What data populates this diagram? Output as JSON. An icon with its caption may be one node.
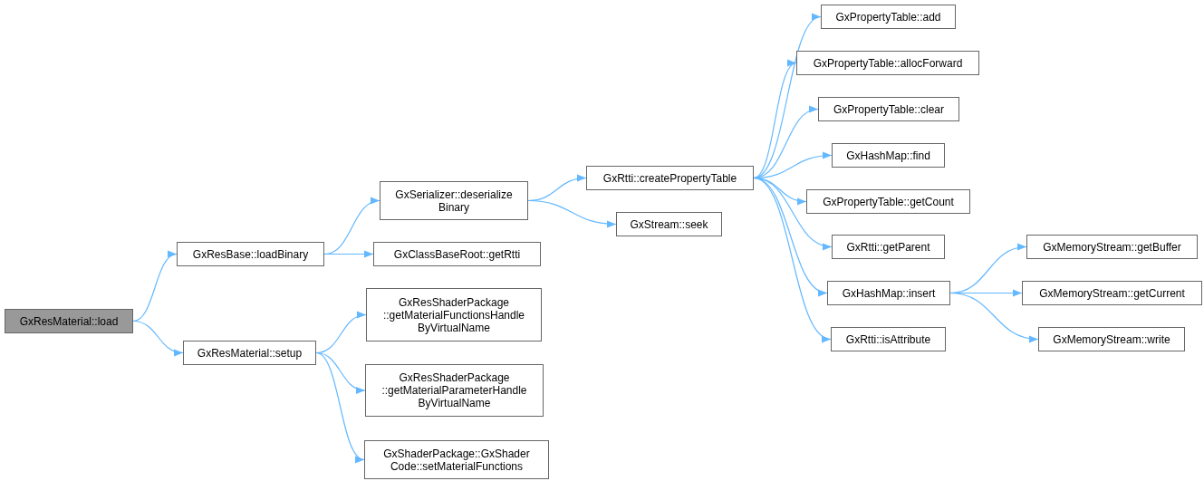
{
  "diagram": {
    "nodes": [
      {
        "text": [
          "GxResMaterial::load"
        ]
      },
      {
        "text": [
          "GxResBase::loadBinary"
        ]
      },
      {
        "text": [
          "GxResMaterial::setup"
        ]
      },
      {
        "text": [
          "GxSerializer::deserialize Binary"
        ]
      },
      {
        "text": [
          "GxClassBaseRoot::getRtti"
        ]
      },
      {
        "text": [
          "GxResShaderPackage ::getMaterialFunctionsHandle ByVirtualName"
        ]
      },
      {
        "text": [
          "GxResShaderPackage ::getMaterialParameterHandle ByVirtualName"
        ]
      },
      {
        "text": [
          "GxShaderPackage::GxShader Code::setMaterialFunctions"
        ]
      },
      {
        "text": [
          "GxRtti::createPropertyTable"
        ]
      },
      {
        "text": [
          "GxStream::seek"
        ]
      },
      {
        "text": [
          "GxPropertyTable::add"
        ]
      },
      {
        "text": [
          "GxPropertyTable::allocForward"
        ]
      },
      {
        "text": [
          "GxPropertyTable::clear"
        ]
      },
      {
        "text": [
          "GxHashMap::find"
        ]
      },
      {
        "text": [
          "GxPropertyTable::getCount"
        ]
      },
      {
        "text": [
          "GxRtti::getParent"
        ]
      },
      {
        "text": [
          "GxHashMap::insert"
        ]
      },
      {
        "text": [
          "GxRtti::isAttribute"
        ]
      },
      {
        "text": [
          "GxMemoryStream::getBuffer"
        ]
      },
      {
        "text": [
          "GxMemoryStream::getCurrent"
        ]
      },
      {
        "text": [
          "GxMemoryStream::write"
        ]
      }
    ],
    "edges": [
      {
        "from": 0,
        "to": 1,
        "arrow": "to"
      },
      {
        "from": 0,
        "to": 2,
        "arrow": "to"
      },
      {
        "from": 1,
        "to": 3,
        "arrow": "to"
      },
      {
        "from": 1,
        "to": 4,
        "arrow": "to"
      },
      {
        "from": 2,
        "to": 5,
        "arrow": "to"
      },
      {
        "from": 2,
        "to": 6,
        "arrow": "to"
      },
      {
        "from": 2,
        "to": 7,
        "arrow": "to"
      },
      {
        "from": 3,
        "to": 8,
        "arrow": "to"
      },
      {
        "from": 3,
        "to": 9,
        "arrow": "to"
      },
      {
        "from": 8,
        "to": 10,
        "arrow": "to"
      },
      {
        "from": 8,
        "to": 11,
        "arrow": "to"
      },
      {
        "from": 8,
        "to": 12,
        "arrow": "to"
      },
      {
        "from": 8,
        "to": 13,
        "arrow": "to"
      },
      {
        "from": 8,
        "to": 14,
        "arrow": "to"
      },
      {
        "from": 8,
        "to": 15,
        "arrow": "to"
      },
      {
        "from": 8,
        "to": 16,
        "arrow": "to"
      },
      {
        "from": 8,
        "to": 17,
        "arrow": "to"
      },
      {
        "from": 16,
        "to": 18,
        "arrow": "to"
      },
      {
        "from": 16,
        "to": 19,
        "arrow": "to"
      },
      {
        "from": 16,
        "to": 20,
        "arrow": "to"
      }
    ]
  }
}
